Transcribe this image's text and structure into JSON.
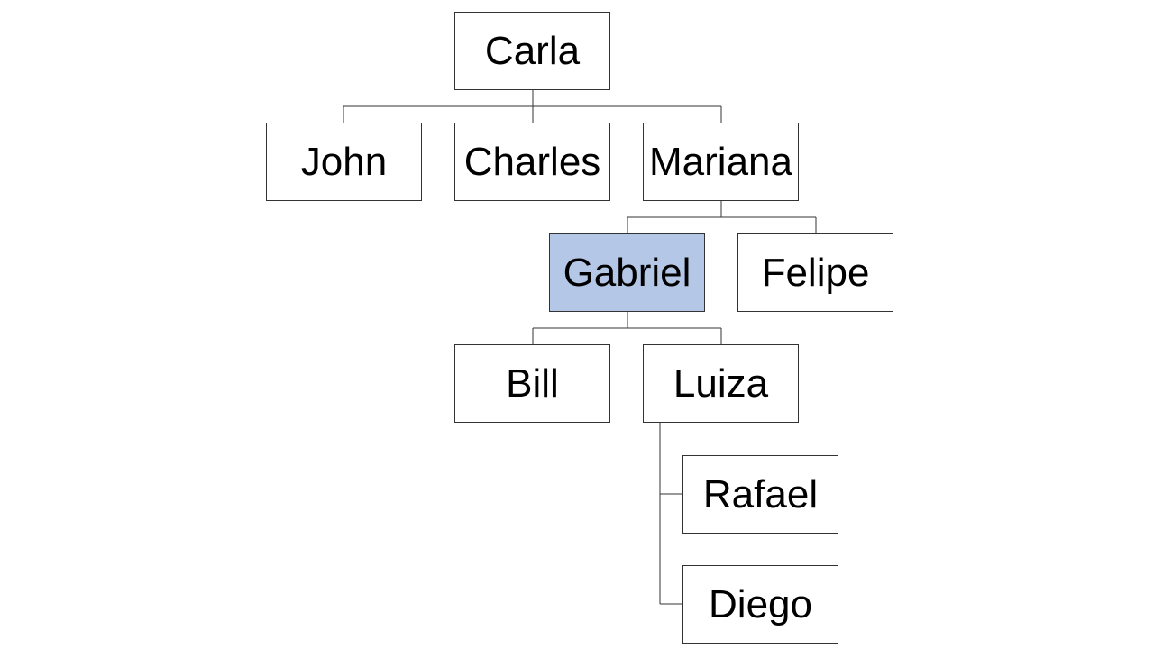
{
  "diagram": {
    "type": "org-chart",
    "highlight_color": "#b4c7e7",
    "nodes": {
      "carla": "Carla",
      "john": "John",
      "charles": "Charles",
      "mariana": "Mariana",
      "gabriel": "Gabriel",
      "felipe": "Felipe",
      "bill": "Bill",
      "luiza": "Luiza",
      "rafael": "Rafael",
      "diego": "Diego"
    },
    "highlighted": "gabriel",
    "edges": [
      [
        "carla",
        "john"
      ],
      [
        "carla",
        "charles"
      ],
      [
        "carla",
        "mariana"
      ],
      [
        "mariana",
        "gabriel"
      ],
      [
        "mariana",
        "felipe"
      ],
      [
        "gabriel",
        "bill"
      ],
      [
        "gabriel",
        "luiza"
      ],
      [
        "luiza",
        "rafael"
      ],
      [
        "luiza",
        "diego"
      ]
    ]
  }
}
